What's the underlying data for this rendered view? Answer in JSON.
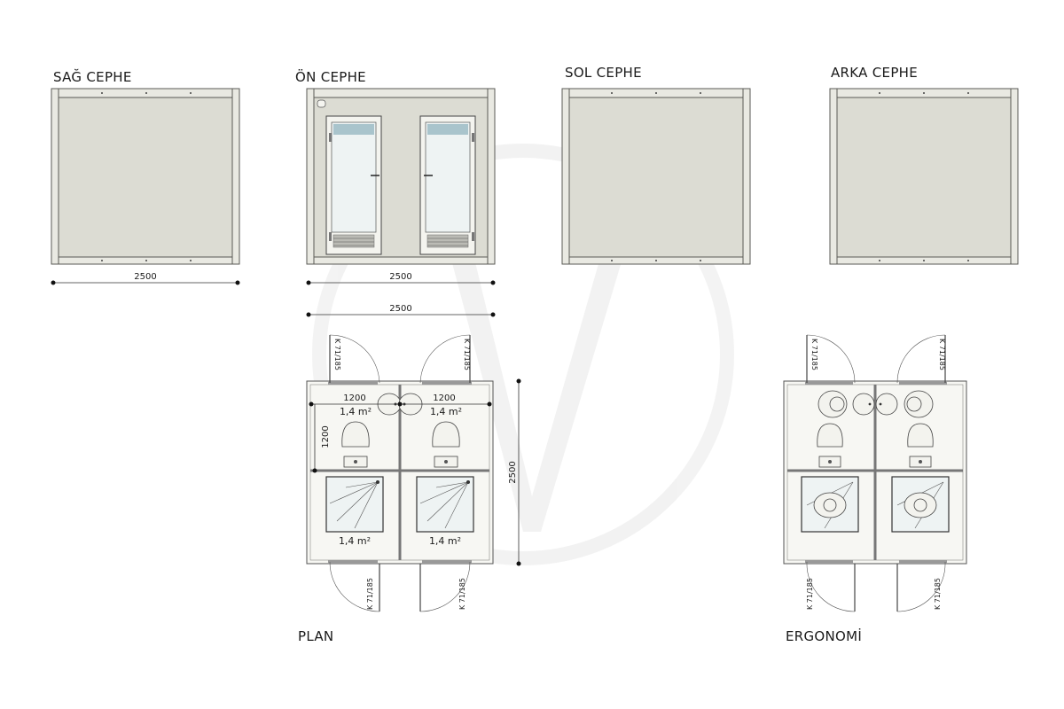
{
  "titles": {
    "right": "SAĞ CEPHE",
    "front": "ÖN CEPHE",
    "left": "SOL CEPHE",
    "back": "ARKA CEPHE",
    "plan": "PLAN",
    "ergonomics": "ERGONOMİ"
  },
  "dimensions": {
    "right_width": "2500",
    "front_width": "2500",
    "plan_top_width": "2500",
    "plan_height": "2500",
    "cabin_width_left": "1200",
    "cabin_width_right": "1200",
    "cabin_depth": "1200"
  },
  "areas": {
    "toilet_left": "1,4 m²",
    "toilet_right": "1,4 m²",
    "shower_left": "1,4 m²",
    "shower_right": "1,4 m²"
  },
  "door_code": "K 71/185",
  "colors": {
    "panel": "#dcdcd3",
    "frame": "#e9e9e2",
    "line": "#333333",
    "glass": "#eef3f3"
  }
}
